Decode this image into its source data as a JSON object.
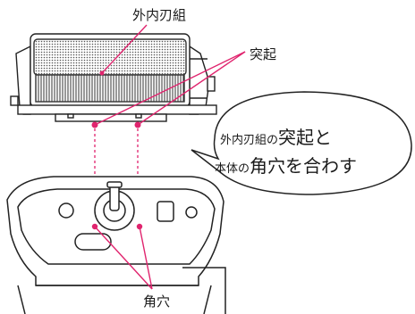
{
  "labels": {
    "outer_blade_unit": "外内刃組",
    "projection": "突起",
    "square_holes": "角穴"
  },
  "callout": {
    "line1_part1": "外内刃組の",
    "line1_part2": "突起と",
    "line2_part1": "本体の",
    "line2_part2": "角穴を合わす"
  },
  "colors": {
    "accent": "#e0246e",
    "line": "#222222",
    "guide": "#e0246e"
  }
}
